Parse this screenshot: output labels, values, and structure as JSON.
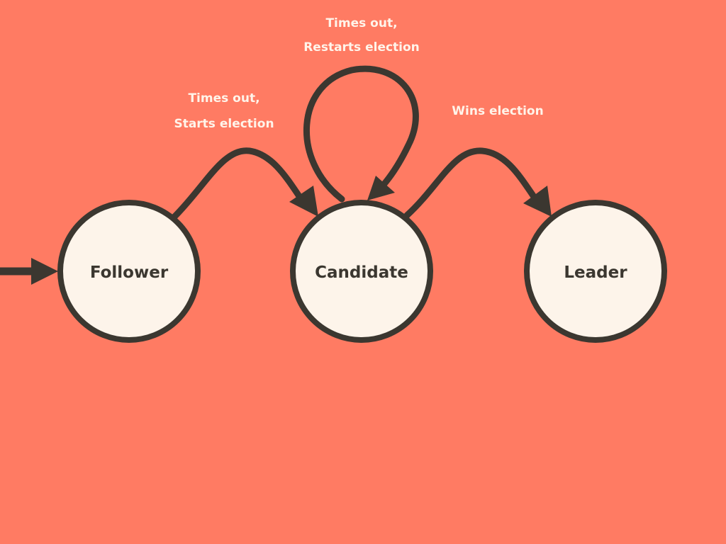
{
  "colors": {
    "background": "#ff7b63",
    "node_fill": "#fdf4ea",
    "stroke": "#3b3730",
    "edge_text": "#fff4ea"
  },
  "nodes": {
    "follower": "Follower",
    "candidate": "Candidate",
    "leader": "Leader"
  },
  "edges": {
    "follower_to_candidate": [
      "Times out,",
      "Starts election"
    ],
    "candidate_self_loop": [
      "Times out,",
      "Restarts election"
    ],
    "candidate_to_leader": [
      "Wins election"
    ]
  }
}
